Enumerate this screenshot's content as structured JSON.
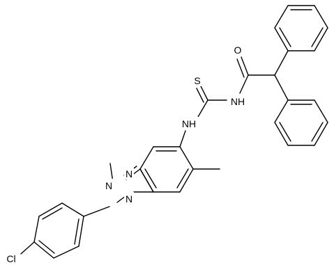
{
  "molecule": {
    "atoms": {
      "o": "O",
      "s": "S",
      "nh_right": "NH",
      "nh_left": "NH",
      "n_top": "N",
      "n_mid": "N",
      "n_bottom": "N",
      "cl": "Cl"
    }
  }
}
